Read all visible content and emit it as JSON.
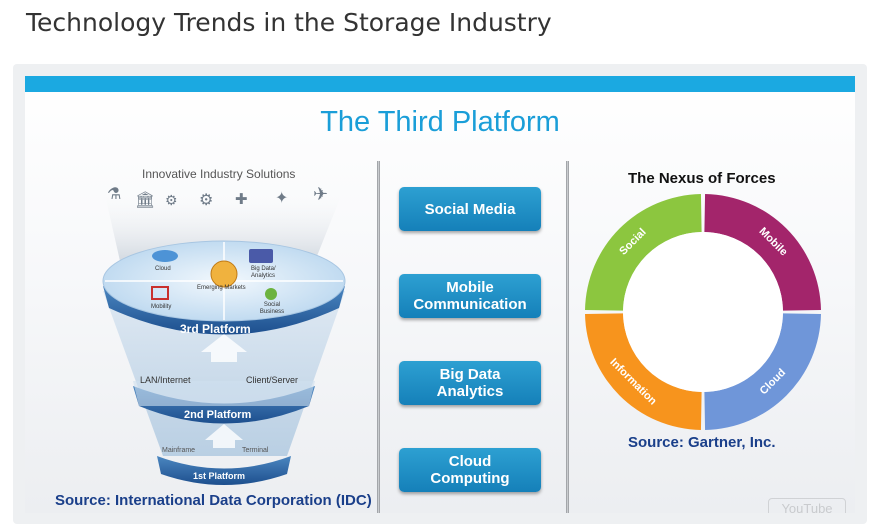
{
  "page": {
    "title": "Technology Trends in the Storage Industry"
  },
  "slide": {
    "title": "The Third Platform",
    "funnel": {
      "top_label": "Innovative Industry Solutions",
      "platform3": {
        "label": "3rd Platform",
        "items": [
          "Cloud",
          "Big Data/ Analytics",
          "Emerging Markets",
          "Mobility",
          "Social Business"
        ]
      },
      "platform2": {
        "label": "2nd Platform",
        "left": "LAN/Internet",
        "right": "Client/Server"
      },
      "platform1": {
        "label": "1st Platform",
        "left": "Mainframe",
        "right": "Terminal"
      },
      "source": "Source: International Data Corporation (IDC)",
      "icons": [
        "flask-icon",
        "bank-icon",
        "factory-icon",
        "gears-icon",
        "medical-bag-icon",
        "lightbulb-icon",
        "airplane-icon"
      ]
    },
    "buttons": [
      "Social Media",
      "Mobile\nCommunication",
      "Big Data\nAnalytics",
      "Cloud\nComputing"
    ],
    "nexus": {
      "title": "The Nexus of Forces",
      "segments": [
        {
          "label": "Social",
          "color": "#8cc63f"
        },
        {
          "label": "Mobile",
          "color": "#a3256b"
        },
        {
          "label": "Cloud",
          "color": "#6f96d9"
        },
        {
          "label": "Information",
          "color": "#f7941d"
        }
      ],
      "source": "Source: Gartner, Inc."
    },
    "watermark": "YouTube"
  }
}
